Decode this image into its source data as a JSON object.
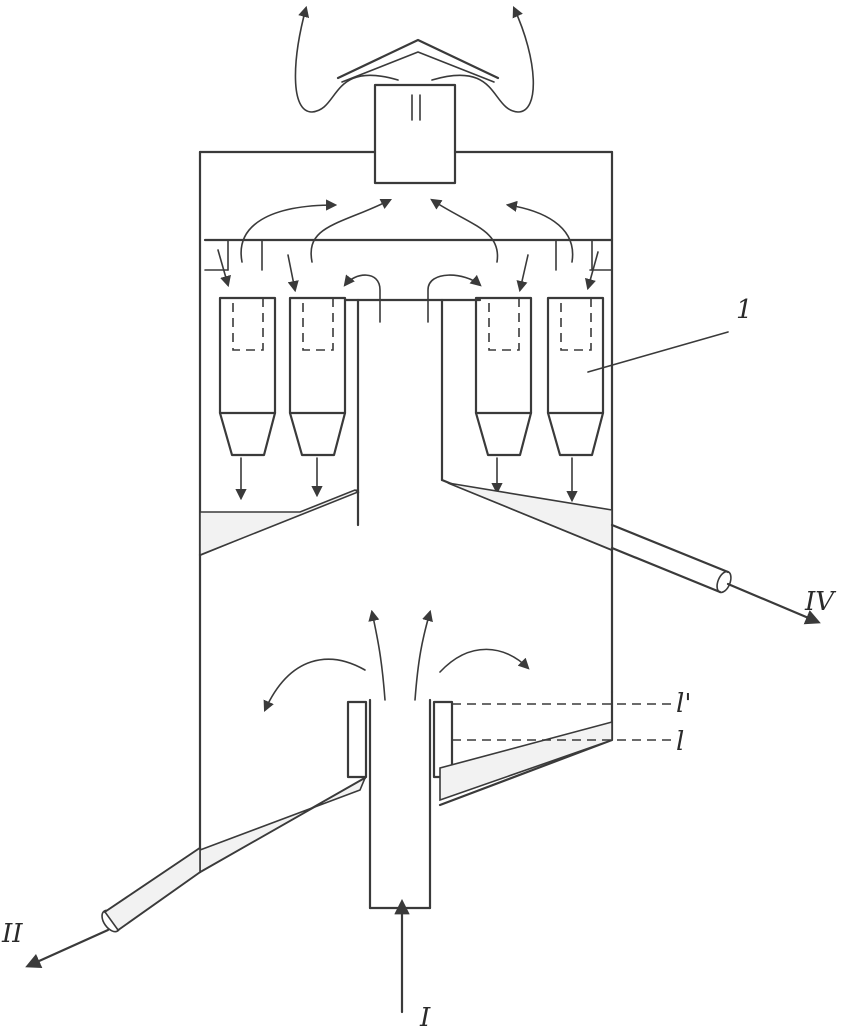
{
  "labels": {
    "inlet": "I",
    "underflow_outlet": "II",
    "fines_outlet": "IV",
    "cyclone": "1",
    "level_upper": "l'",
    "level_lower": "l"
  },
  "colors": {
    "ink": "#3a3a3a",
    "background": "#ffffff"
  }
}
